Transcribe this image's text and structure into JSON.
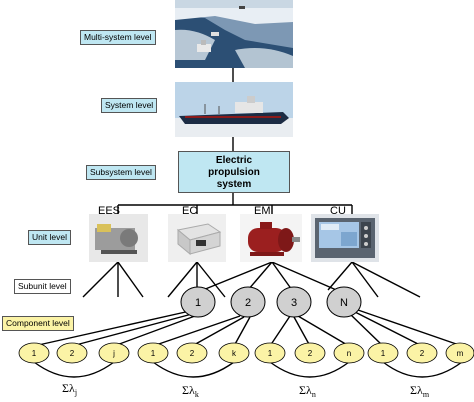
{
  "levels": {
    "multi_system": "Multi-system level",
    "system": "System level",
    "subsystem": "Subsystem level",
    "unit": "Unit level",
    "subunit": "Subunit level",
    "component": "Component level"
  },
  "subsystem_box": {
    "line1": "Electric",
    "line2": "propulsion",
    "line3": "system"
  },
  "units": [
    "EES",
    "EC",
    "EM",
    "CU"
  ],
  "subunits": [
    "1",
    "2",
    "3",
    "N"
  ],
  "component_groups": [
    {
      "nodes": [
        "1",
        "2",
        "j"
      ],
      "sum_label": "Σλ",
      "sum_sub": "j"
    },
    {
      "nodes": [
        "1",
        "2",
        "k"
      ],
      "sum_label": "Σλ",
      "sum_sub": "k"
    },
    {
      "nodes": [
        "1",
        "2",
        "n"
      ],
      "sum_label": "Σλ",
      "sum_sub": "n"
    },
    {
      "nodes": [
        "1",
        "2",
        "m"
      ],
      "sum_label": "Σλ",
      "sum_sub": "m"
    }
  ],
  "colors": {
    "level_label_fill": "#bfe7f2",
    "component_label_fill": "#fbf3a6",
    "subunit_node_fill": "#d0d0d0",
    "component_node_fill": "#fbf3a6"
  },
  "images": {
    "multi_system": "ships-in-ice-photo",
    "system": "icebreaker-tanker-photo",
    "units": [
      "ees-generator-photo",
      "ec-converter-photo",
      "em-motor-photo",
      "cu-control-panel-photo"
    ]
  }
}
